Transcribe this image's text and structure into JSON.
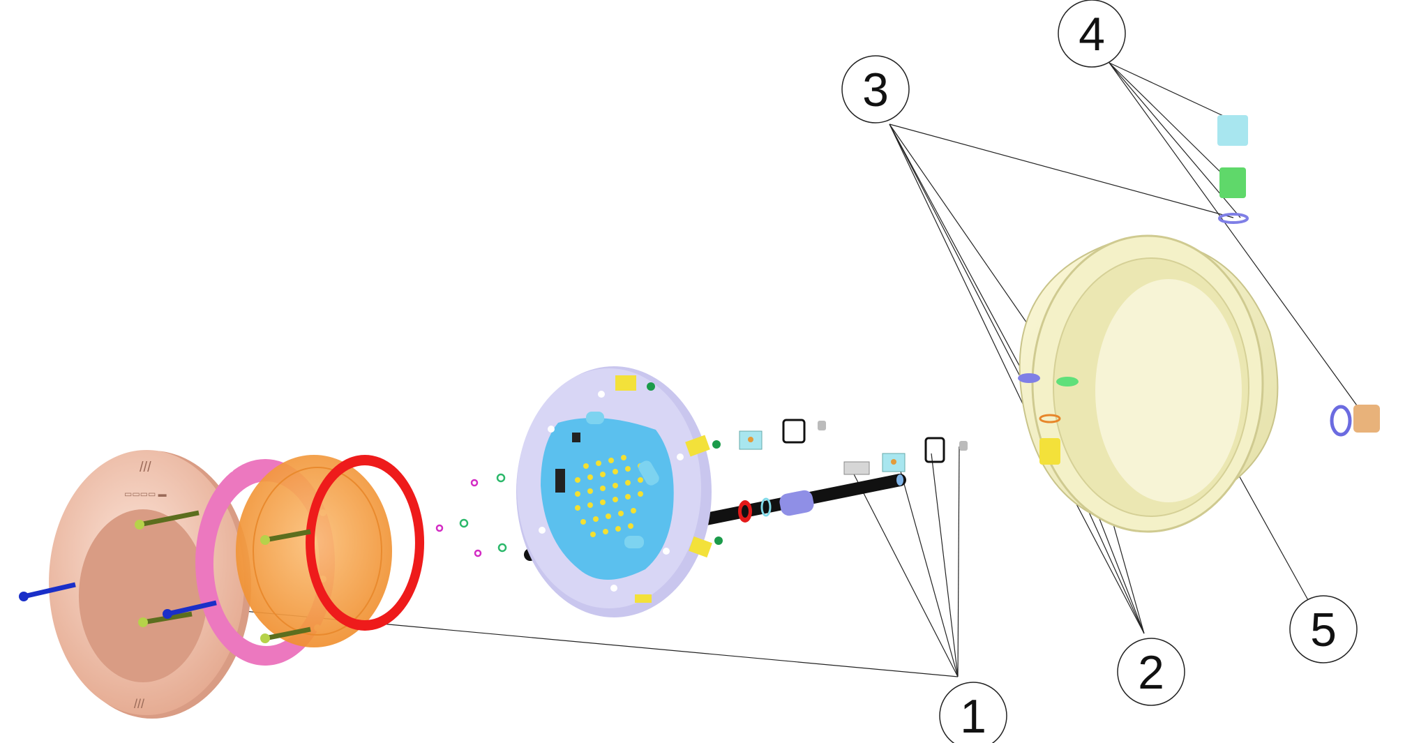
{
  "diagram": {
    "callouts": [
      {
        "id": "c1",
        "label": "1"
      },
      {
        "id": "c2",
        "label": "2"
      },
      {
        "id": "c3",
        "label": "3"
      },
      {
        "id": "c4",
        "label": "4"
      },
      {
        "id": "c5",
        "label": "5"
      }
    ],
    "colors": {
      "front_ring": "#f3c3ae",
      "pink_ring": "#ee7fc2",
      "lens": "#f7a24a",
      "red_gasket": "#ee1b1b",
      "led_plate": "#cfcdf2",
      "led_board": "#5fc3ee",
      "housing": "#f3f0c4",
      "cable": "#111111",
      "bolt": "#1730c8",
      "screw": "#8fb83c",
      "yellow_part": "#f4e83a",
      "green_part": "#4fd36a",
      "cyan_part": "#a8e6ef",
      "blue_oring": "#6b6be0",
      "bronze_fitting": "#e8b27a",
      "lines": "#222222"
    }
  }
}
